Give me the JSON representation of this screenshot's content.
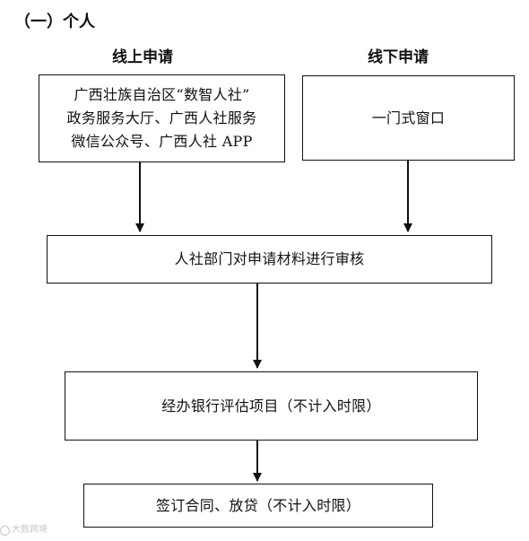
{
  "diagram": {
    "section_heading": "（一）个人",
    "online_heading": "线上申请",
    "offline_heading": "线下申请",
    "online_box": {
      "lines": [
        "广西壮族自治区“数智人社”",
        "政务服务大厅、广西人社服务",
        "微信公众号、广西人社 APP"
      ]
    },
    "offline_box": {
      "label": "一门式窗口"
    },
    "review_box": {
      "label": "人社部门对申请材料进行审核"
    },
    "bank_box": {
      "label": "经办银行评估项目（不计入时限）"
    },
    "sign_box": {
      "label": "签订合同、放贷（不计入时限）"
    },
    "watermark": {
      "text": "大数跨境"
    }
  }
}
